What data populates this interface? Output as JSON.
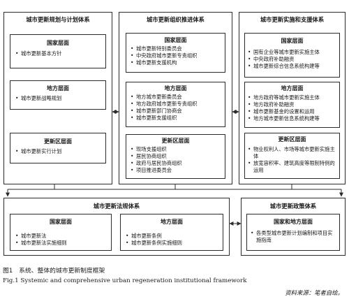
{
  "columns": [
    {
      "title": "城市更新规划与计划体系",
      "levels": [
        {
          "title": "国家层面",
          "items": [
            "城市更新基本方针"
          ]
        },
        {
          "title": "地方层面",
          "items": [
            "城市更新战略规划"
          ]
        },
        {
          "title": "更新区层面",
          "items": [
            "城市更新实行计划"
          ]
        }
      ]
    },
    {
      "title": "城市更新组织推进体系",
      "levels": [
        {
          "title": "国家层面",
          "items": [
            "城市更新特别委员会",
            "中央政府城市更新专责组织",
            "城市更新支援机构"
          ]
        },
        {
          "title": "地方层面",
          "items": [
            "地方城市更新委员会",
            "地方政府城市更新专责组织",
            "城市更新部门协商会",
            "城市更新支援组织"
          ]
        },
        {
          "title": "更新区层面",
          "items": [
            "现场支援组织",
            "居民协商组织",
            "政府与居民协商组织",
            "项目推进委员会"
          ]
        }
      ]
    },
    {
      "title": "城市更新实施和支援体系",
      "levels": [
        {
          "title": "国家层面",
          "items": [
            "国有企业等城市更新实施主体",
            "中央政府补助融资",
            "城市更新综合信息系统构建等"
          ]
        },
        {
          "title": "地方层面",
          "items": [
            "地方政府等城市更新实施主体",
            "地方政府补助融资",
            "城市更新基金的设置和运用",
            "地方城市更新信息系统构建等"
          ]
        },
        {
          "title": "更新区层面",
          "items": [
            "物业权利人、市场等城市更新实施主体",
            "放宽容积率、建筑高度等限制特例的运用"
          ]
        }
      ]
    }
  ],
  "law_system": {
    "title": "城市更新法规体系",
    "national": {
      "title": "国家层面",
      "items": [
        "城市更新法",
        "城市更新法实施细则"
      ]
    },
    "local": {
      "title": "地方层面",
      "items": [
        "城市更新条例",
        "城市更新条例实施细则"
      ]
    }
  },
  "policy_system": {
    "title": "城市更新政策体系",
    "levels": {
      "title": "国家和地方层面",
      "items": [
        "各类型城市更新计划编制和项目实施指南"
      ]
    }
  },
  "caption": {
    "zh": "图1　系统、整体的城市更新制度框架",
    "en": "Fig.1  Systemic and comprehensive urban regeneration institutional framework"
  },
  "source": "资料来源：笔者自绘。"
}
